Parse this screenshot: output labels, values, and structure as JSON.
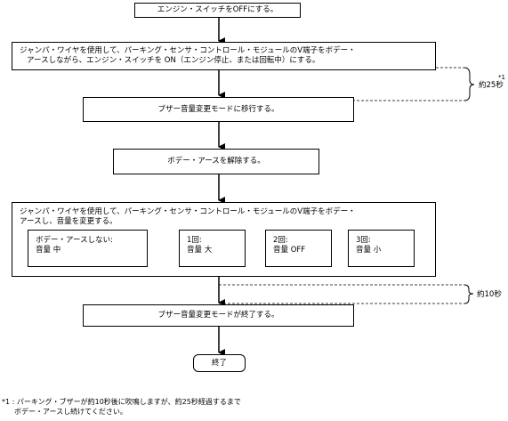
{
  "flowchart": {
    "step1": "エンジン・スイッチをOFFにする。",
    "step2_line1": "ジャンパ・ワイヤを使用して、パーキング・センサ・コントロール・モジュールのV端子をボデー・",
    "step2_line2": "アースしながら、エンジン・スイッチを ON（エンジン停止、または回転中）にする。",
    "step3": "ブザー音量変更モードに移行する。",
    "step4": "ボデー・アースを解除する。",
    "step5_line1": "ジャンパ・ワイヤを使用して、パーキング・センサ・コントロール・モジュールのV端子をボデー・",
    "step5_line2": "アースし、音量を変更する。",
    "options": [
      {
        "line1": "ボデー・アースしない:",
        "line2": "音量 中"
      },
      {
        "line1": "1回:",
        "line2": "音量 大"
      },
      {
        "line1": "2回:",
        "line2": "音量 OFF"
      },
      {
        "line1": "3回:",
        "line2": "音量 小"
      }
    ],
    "step6": "ブザー音量変更モードが終了する。",
    "end": "終了",
    "brace1_label": "約25秒",
    "brace1_mark": "*1",
    "brace2_label": "約10秒"
  },
  "footnote": {
    "line1": "*1 : パーキング・ブザーが約10秒後に吹鳴しますが、約25秒経過するまで",
    "line2": "ボデー・アースし続けてください。"
  }
}
